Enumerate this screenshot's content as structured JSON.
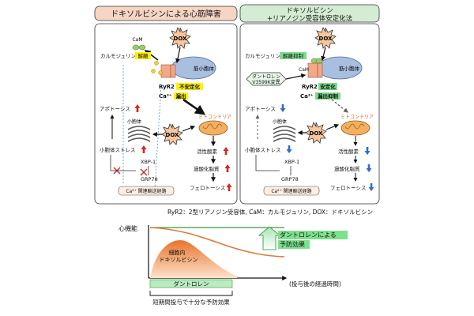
{
  "left_panel": {
    "title": "ドキソルビシンによる心筋障害",
    "dox": "DOX",
    "cam": "CaM",
    "calmodulin": "カルモジュリン",
    "calmodulin_tag": "解離",
    "sr": "筋小胞体",
    "ryr2_name": "RyR2",
    "ryr2_tag": "不安定化",
    "ca_name": "Ca²⁺",
    "ca_tag": "漏出",
    "apoptosis": "アポトーシス",
    "er": "小胞体",
    "er_stress": "小胞体ストレス",
    "xbp1": "XBP-1",
    "grp78": "GRP78",
    "ca_path": "Ca²⁺ 関連輸送経路",
    "mito": "ミトコンドリア",
    "ros": "活性酸素",
    "lipid_perox": "過酸化脂質",
    "ferroptosis": "フェロトーシス"
  },
  "right_panel": {
    "title_line1": "ドキソルビシン",
    "title_line2": "+リアノジン受容体安定化法",
    "dox": "DOX",
    "cam": "CaM",
    "calmodulin": "カルモジュリン",
    "calmodulin_tag": "解離抑制",
    "sr": "筋小胞体",
    "dantrolene_line1": "ダントロレン",
    "dantrolene_line2": "V3599K変異",
    "ryr2_name": "RyR2",
    "ryr2_tag": "安定化",
    "ca_name": "Ca²⁺",
    "ca_tag": "漏出抑制",
    "apoptosis": "アポトーシス",
    "er": "小胞体",
    "er_stress": "小胞体ストレス",
    "xbp1": "XBP-1",
    "grp78": "GRP78",
    "ca_path": "Ca²⁺ 関連輸送経路",
    "mito": "ミトコンドリア",
    "ros": "活性酸素",
    "lipid_perox": "過酸化脂質",
    "ferroptosis": "フェロトーシス"
  },
  "footnote": "RyR2：2型リアノジン受容体, CaM：カルモジュリン, DOX：ドキソルビシン",
  "graph": {
    "ylabel": "心機能",
    "xlabel": "(投与後の経過時間)",
    "effect_line1": "ダントロレンによる",
    "effect_line2": "予防効果",
    "drug_line1": "細胞内",
    "drug_line2": "ドキソルビシン",
    "dantrolene_bar": "ダントロレン",
    "bracket_caption": "短期間投与で十分な予防効果"
  },
  "colors": {
    "header_left": "#f7d5c3",
    "header_right": "#d3ecd3",
    "up_arrow": "#d7261e",
    "down_arrow": "#2f6fc0",
    "highlight_yellow": "#fff200",
    "highlight_green": "#7ddc8c",
    "dox": "#f6c79e",
    "mito": "#f3b060",
    "sr": "#a9bfe0",
    "normal_curve": "#3a9a3a",
    "dox_curve": "#e07a3a",
    "effect_box": "#7ee08f"
  }
}
